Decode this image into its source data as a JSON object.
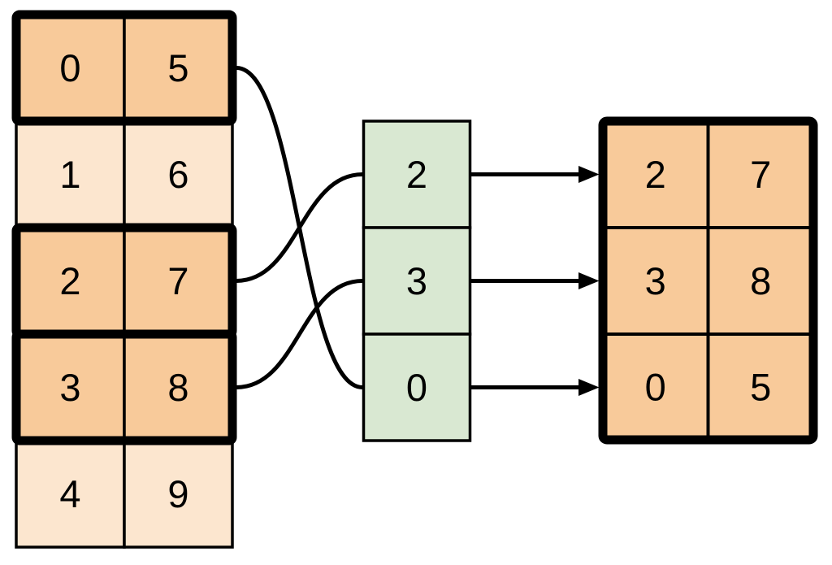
{
  "background": "#ffffff",
  "colors": {
    "highlighted_cell": "#F8CA9A",
    "plain_cell": "#FCE6CF",
    "index_cell": "#D9E8D2",
    "stroke": "#000000"
  },
  "source_table": {
    "rows": [
      {
        "cells": [
          "0",
          "5"
        ],
        "highlighted": true
      },
      {
        "cells": [
          "1",
          "6"
        ],
        "highlighted": false
      },
      {
        "cells": [
          "2",
          "7"
        ],
        "highlighted": true
      },
      {
        "cells": [
          "3",
          "8"
        ],
        "highlighted": true
      },
      {
        "cells": [
          "4",
          "9"
        ],
        "highlighted": false
      }
    ]
  },
  "index_column": {
    "cells": [
      "2",
      "3",
      "0"
    ]
  },
  "result_table": {
    "rows": [
      {
        "cells": [
          "2",
          "7"
        ]
      },
      {
        "cells": [
          "3",
          "8"
        ]
      },
      {
        "cells": [
          "0",
          "5"
        ]
      }
    ]
  },
  "connections": {
    "source_to_index_curves": [
      {
        "source_row": 0,
        "index_cell": 2
      },
      {
        "source_row": 2,
        "index_cell": 0
      },
      {
        "source_row": 3,
        "index_cell": 1
      }
    ],
    "index_to_result_arrows": [
      {
        "index_cell": 0,
        "result_row": 0
      },
      {
        "index_cell": 1,
        "result_row": 1
      },
      {
        "index_cell": 2,
        "result_row": 2
      }
    ]
  }
}
